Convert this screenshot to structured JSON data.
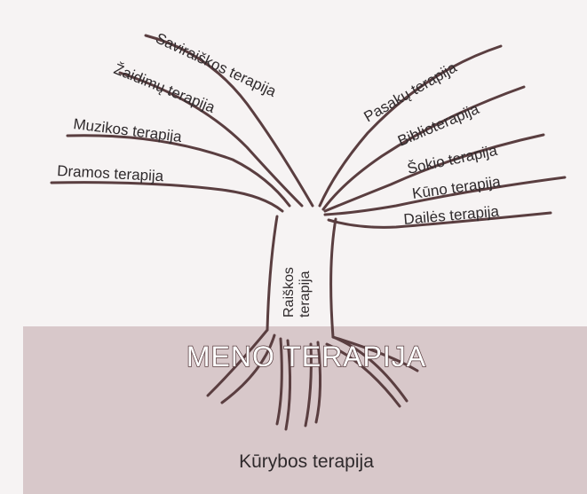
{
  "diagram": {
    "title": "MENO TERAPIJA",
    "trunk_label_line1": "Raiškos",
    "trunk_label_line2": "terapija",
    "ground_label": "Kūrybos terapija",
    "left_branches": [
      "Saviraiškos terapija",
      "Žaidimų terapija",
      "Muzikos terapija",
      "Dramos terapija"
    ],
    "right_branches": [
      "Pasakų terapija",
      "Biblioterapija",
      "Šokio terapija",
      "Kūno terapija",
      "Dailės terapija"
    ]
  },
  "colors": {
    "ink": "#5a3e40",
    "ground": "#d8c8ca",
    "paper": "#f6f3f3"
  }
}
